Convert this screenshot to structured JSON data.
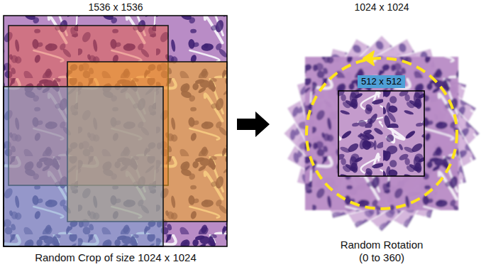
{
  "diagram": {
    "nodes": [
      {
        "text": [
          "1536 x 1536",
          "Random Crop of size 1024 x 1024"
        ]
      },
      {
        "text": [
          "1024 x 1024",
          "Random Rotation (0 to 360)"
        ]
      },
      {
        "text": [
          "512 x 512"
        ],
        "in": 1
      }
    ],
    "edges": [
      {
        "from": 0,
        "to": 1,
        "arrow": "to"
      }
    ]
  }
}
